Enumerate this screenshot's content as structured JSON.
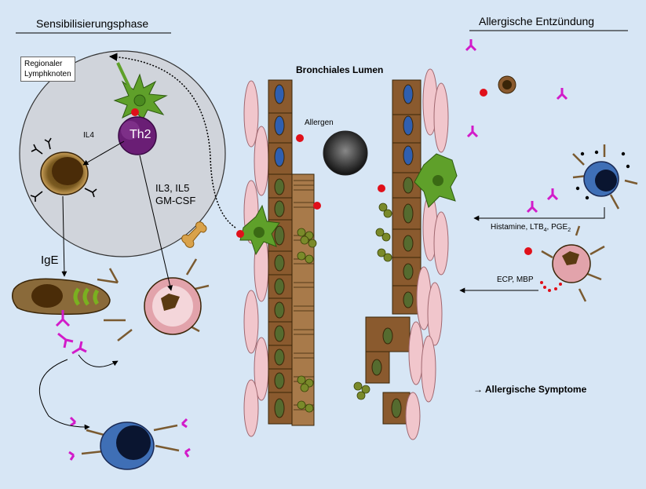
{
  "left_title": "Sensibilisierungsphase",
  "right_title": "Allergische Entzündung",
  "lymph_node_label_line1": "Regionaler",
  "lymph_node_label_line2": "Lymphknoten",
  "lumen_label": "Bronchiales Lumen",
  "allergen_label": "Allergen",
  "th2_label": "Th2",
  "il4_label": "IL4",
  "il3_il5_label": "IL3, IL5",
  "gmcsf_label": "GM-CSF",
  "ige_label": "IgE",
  "mediators": {
    "text": "Histamine, LTB",
    "sub1": "4",
    "mid": ", PGE",
    "sub2": "2"
  },
  "ecp_label": "ECP, MBP",
  "symptoms_arrow": "→",
  "symptoms_label": "Allergische Symptome",
  "colors": {
    "background": "#d7e6f5",
    "lymph_node": "#d0d4db",
    "epithelium": "#8a5a2e",
    "nucleus_blue": "#2f5fb0",
    "nucleus_green": "#556b2f",
    "pink_cell": "#f1c6cc",
    "ige_magenta": "#d21bc9",
    "granule_red": "#e0101a",
    "th2_purple": "#6a1e75",
    "dendritic_green": "#5fa02a",
    "basophil_blue": "#3f6fb6"
  }
}
